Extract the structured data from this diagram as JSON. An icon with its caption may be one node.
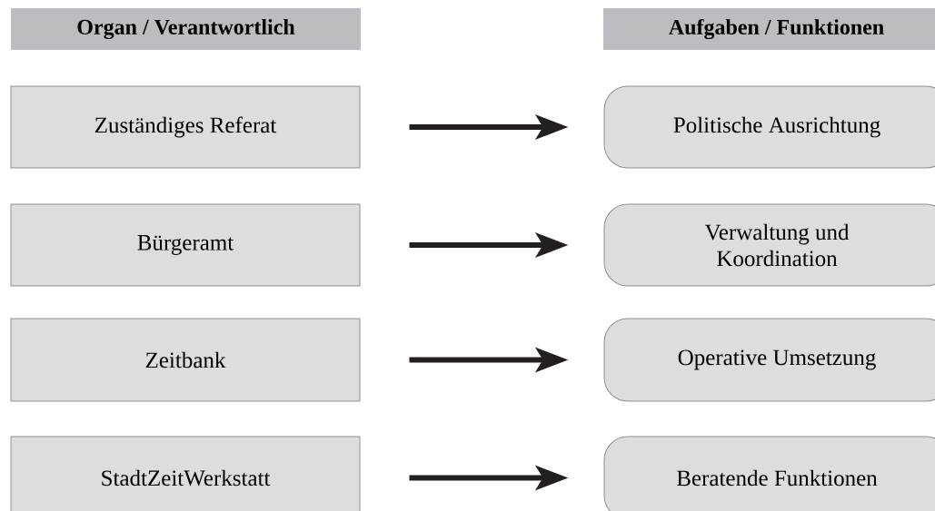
{
  "diagram": {
    "nodes": [
      {
        "text": [
          "Organ / Verantwortlich"
        ]
      },
      {
        "text": [
          "Aufgaben / Funktionen"
        ]
      },
      {
        "text": [
          "Zuständiges Referat"
        ]
      },
      {
        "text": [
          "Politische Ausrichtung"
        ]
      },
      {
        "text": [
          "Bürgeramt"
        ]
      },
      {
        "text": [
          "Verwaltung und Koordination"
        ]
      },
      {
        "text": [
          "Zeitbank"
        ]
      },
      {
        "text": [
          "Operative Umsetzung"
        ]
      },
      {
        "text": [
          "StadtZeitWerkstatt"
        ]
      },
      {
        "text": [
          "Beratende Funktionen"
        ]
      }
    ],
    "edges": [
      {
        "from": 2,
        "to": 3,
        "arrow": "to"
      },
      {
        "from": 4,
        "to": 5,
        "arrow": "to"
      },
      {
        "from": 6,
        "to": 7,
        "arrow": "to"
      },
      {
        "from": 8,
        "to": 9,
        "arrow": "to"
      }
    ]
  }
}
